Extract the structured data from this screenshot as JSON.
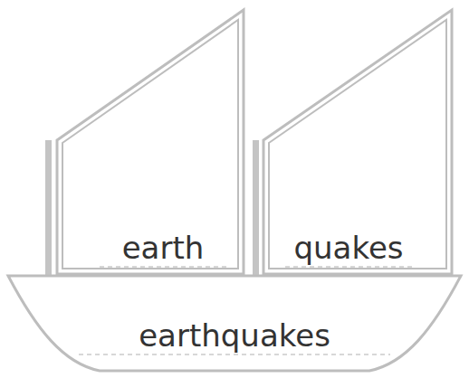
{
  "diagram": {
    "nodes": [
      {
        "text": [
          "earth"
        ]
      },
      {
        "text": [
          "quakes"
        ]
      },
      {
        "text": [
          "earthquakes"
        ]
      }
    ]
  }
}
